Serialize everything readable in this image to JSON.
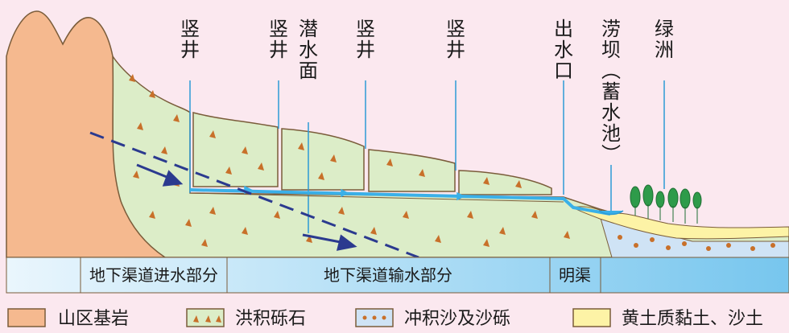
{
  "diagram": {
    "well_label": "竖井",
    "phreatic_label": "潜水面",
    "outlet_label": "出水口",
    "dam_label": "涝坝(蓄水池)",
    "oasis_label": "绿洲"
  },
  "sections": {
    "intake": "地下渠道进水部分",
    "transport": "地下渠道输水部分",
    "open_channel": "明渠"
  },
  "legend": [
    {
      "label": "山区基岩",
      "color": "#f5b98f"
    },
    {
      "label": "洪积砾石",
      "color": "#dcedc8"
    },
    {
      "label": "冲积沙及沙砾",
      "color": "#cfe3f5"
    },
    {
      "label": "黄土质黏土、沙土",
      "color": "#fdf3a6"
    }
  ],
  "colors": {
    "background": "#fbe8ef",
    "bedrock": "#f5b98f",
    "gravel": "#dcedc8",
    "alluvium": "#cfe3f5",
    "loess": "#fdf3a6",
    "water": "#3ab0e8",
    "groundwater_arrow": "#2b3a8f",
    "tree": "#2e9b4a"
  }
}
